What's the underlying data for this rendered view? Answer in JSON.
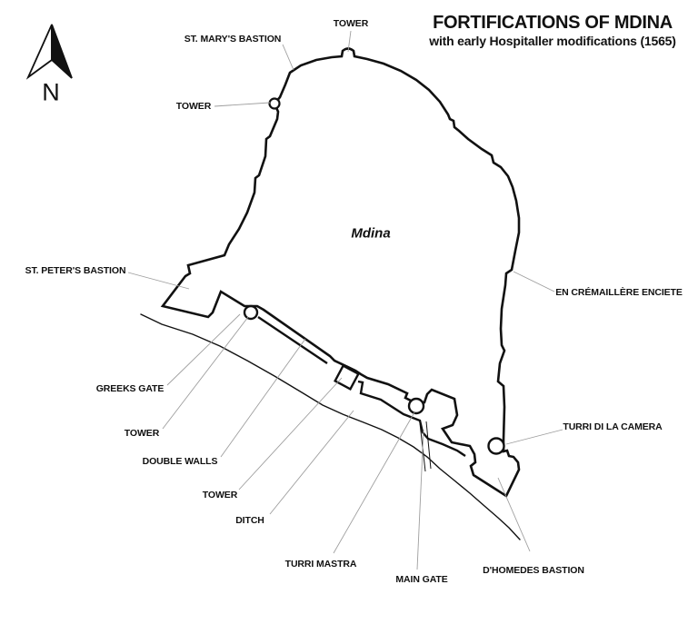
{
  "header": {
    "title": "FORTIFICATIONS OF MDINA",
    "subtitle": "with early Hospitaller modifications (1565)"
  },
  "compass": {
    "north_label": "N"
  },
  "map": {
    "city_label": "Mdina",
    "labels": {
      "tower_north": "TOWER",
      "st_marys_bastion": "ST. MARY'S BASTION",
      "tower_west": "TOWER",
      "st_peters_bastion": "ST. PETER'S BASTION",
      "en_cremaillere": "EN CRÉMAILLÈRE ENCIETE",
      "greeks_gate": "GREEKS GATE",
      "tower_sw1": "TOWER",
      "double_walls": "DOUBLE WALLS",
      "tower_sw2": "TOWER",
      "ditch": "DITCH",
      "turri_mastra": "TURRI MASTRA",
      "main_gate": "MAIN GATE",
      "dhomedes_bastion": "D'HOMEDES BASTION",
      "turri_di_la_camera": "TURRI DI LA CAMERA"
    }
  },
  "colors": {
    "wall": "#111111",
    "leader": "#9e9e9e",
    "background": "#ffffff"
  }
}
